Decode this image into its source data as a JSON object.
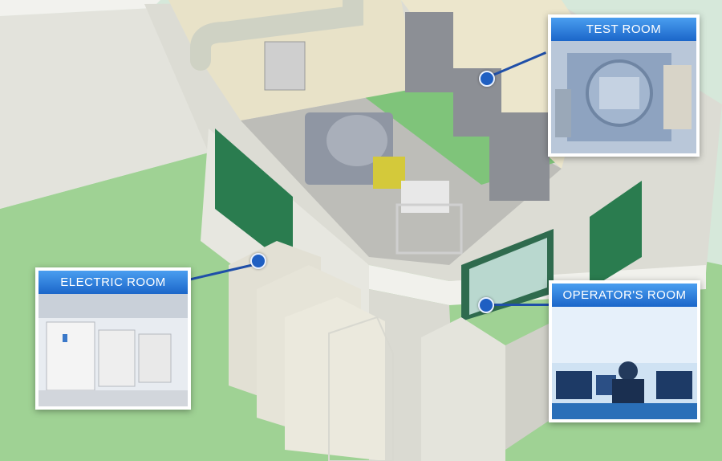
{
  "callouts": {
    "test_room": {
      "label": "TEST ROOM"
    },
    "electric_room": {
      "label": "ELECTRIC ROOM"
    },
    "operators_room": {
      "label": "OPERATOR'S ROOM"
    }
  },
  "colors": {
    "floor_green": "#a9d9a0",
    "wall": "#e6e6e0",
    "wall_shadow": "#cfcfc8",
    "door_green": "#2a7c4f",
    "accent_blue": "#1f5fc2",
    "header_blue_top": "#4a9ef0",
    "header_blue_bottom": "#1b66c9"
  }
}
